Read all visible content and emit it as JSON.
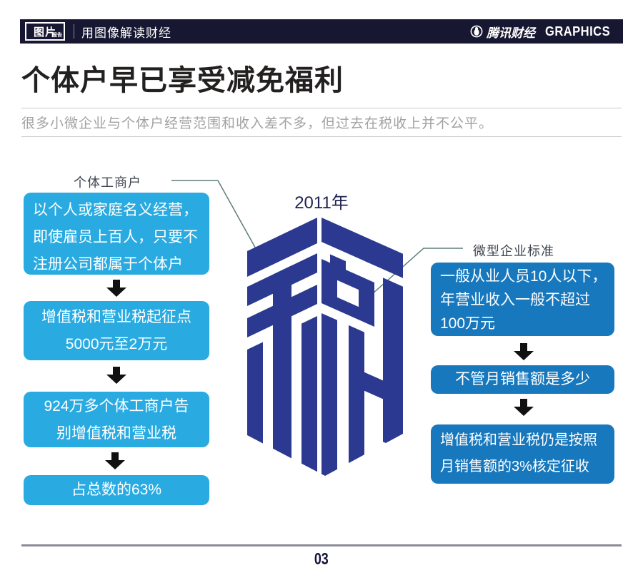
{
  "header": {
    "logo_primary": "图片",
    "logo_secondary": "报告",
    "tagline": "用图像解读财经",
    "brand_cn": "腾讯财经",
    "brand_en": "GRAPHICS"
  },
  "title": "个体户早已享受减免福利",
  "subtitle": "很多小微企业与个体户经营范围和收入差不多，但过去在税收上并不公平。",
  "center": {
    "year_label": "2011年",
    "logo_character": "税"
  },
  "chart_data": {
    "type": "table",
    "title": "个体户早已享受减免福利",
    "subtitle": "很多小微企业与个体户经营范围和收入差不多，但过去在税收上并不公平。",
    "year": "2011年",
    "series": [
      {
        "name": "个体工商户",
        "values": [
          "以个人或家庭名义经营，即使雇员上百人，只要不注册公司都属于个体户",
          "增值税和营业税起征点5000元至2万元",
          "924万多个体工商户告别增值税和营业税",
          "占总数的63%"
        ]
      },
      {
        "name": "微型企业标准",
        "values": [
          "一般从业人员10人以下，年营业收入一般不超过100万元",
          "不管月销售额是多少",
          "增值税和营业税仍是按照月销售额的3%核定征收"
        ]
      }
    ]
  },
  "left_flow": {
    "label": "个体工商户",
    "boxes": [
      {
        "lines": [
          "以个人或家庭名义经营，",
          "即使雇员上百人，只要不",
          "注册公司都属于个体户"
        ]
      },
      {
        "lines": [
          "增值税和营业税起征点",
          "5000元至2万元"
        ]
      },
      {
        "lines": [
          "924万多个体工商户告",
          "别增值税和营业税"
        ]
      },
      {
        "lines": [
          "占总数的63%"
        ]
      }
    ]
  },
  "right_flow": {
    "label": "微型企业标准",
    "boxes": [
      {
        "lines": [
          "一般从业人员10人以下，",
          "年营业收入一般不超过",
          "100万元"
        ]
      },
      {
        "lines": [
          "不管月销售额是多少"
        ]
      },
      {
        "lines": [
          "增值税和营业税仍是按照",
          "月销售额的3%核定征收"
        ]
      }
    ]
  },
  "footer": {
    "page_number": "03"
  },
  "colors": {
    "header_bg": "#171732",
    "light_blue": "#29abe2",
    "dark_blue": "#1878bd",
    "logo_blue": "#2b3990",
    "connector": "#5f7d7b",
    "title_text": "#232020",
    "subtitle_text": "#a2a2a2",
    "footer_navy": "#15153a"
  }
}
